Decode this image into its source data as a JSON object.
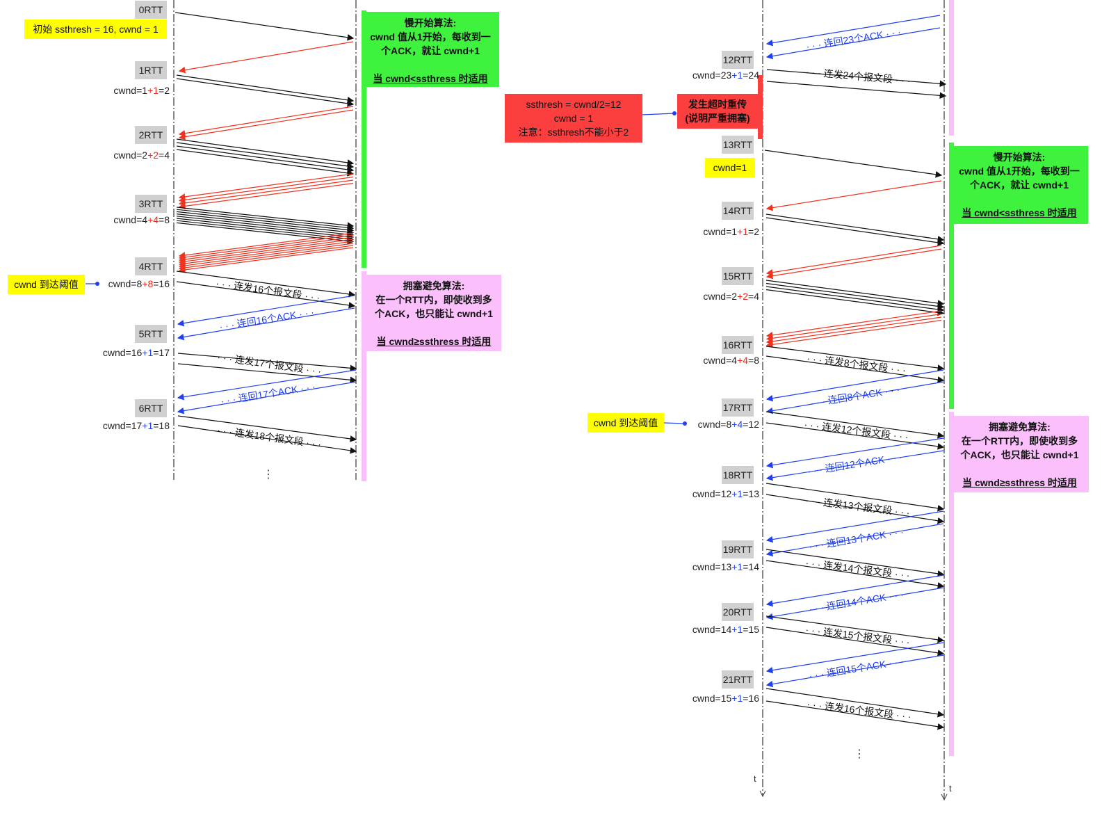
{
  "left": {
    "rows": [
      {
        "rtt": "0RTT"
      },
      {
        "rtt": "1RTT",
        "cwnd": {
          "pre": "cwnd=1",
          "inc": "+1",
          "post": "=2",
          "inc_color": "red"
        }
      },
      {
        "rtt": "2RTT",
        "cwnd": {
          "pre": "cwnd=2",
          "inc": "+2",
          "post": "=4",
          "inc_color": "red"
        }
      },
      {
        "rtt": "3RTT",
        "cwnd": {
          "pre": "cwnd=4",
          "inc": "+4",
          "post": "=8",
          "inc_color": "red"
        }
      },
      {
        "rtt": "4RTT",
        "cwnd": {
          "pre": "cwnd=8",
          "inc": "+8",
          "post": "=16",
          "inc_color": "red"
        }
      },
      {
        "rtt": "5RTT",
        "cwnd": {
          "pre": "cwnd=16",
          "inc": "+1",
          "post": "=17",
          "inc_color": "blue"
        }
      },
      {
        "rtt": "6RTT",
        "cwnd": {
          "pre": "cwnd=17",
          "inc": "+1",
          "post": "=18",
          "inc_color": "blue"
        }
      }
    ],
    "init_note": "初始 ssthresh = 16, cwnd = 1",
    "threshold_note": "cwnd 到达阈值",
    "arrow_labels": [
      "· · · 连发16个报文段 · · ·",
      "· · · 连回16个ACK · · ·",
      "· · · 连发17个报文段 · · ·",
      "· · · 连回17个ACK · · ·",
      "· · · 连发18个报文段 · · ·"
    ],
    "continuation": "⋮"
  },
  "right": {
    "rows": [
      {
        "rtt": "12RTT",
        "cwnd": {
          "pre": "cwnd=23",
          "inc": "+1",
          "post": "=24",
          "inc_color": "blue"
        }
      },
      {
        "rtt": "13RTT"
      },
      {
        "rtt": "14RTT",
        "cwnd": {
          "pre": "cwnd=1",
          "inc": "+1",
          "post": "=2",
          "inc_color": "red"
        }
      },
      {
        "rtt": "15RTT",
        "cwnd": {
          "pre": "cwnd=2",
          "inc": "+2",
          "post": "=4",
          "inc_color": "red"
        }
      },
      {
        "rtt": "16RTT",
        "cwnd": {
          "pre": "cwnd=4",
          "inc": "+4",
          "post": "=8",
          "inc_color": "red"
        }
      },
      {
        "rtt": "17RTT",
        "cwnd": {
          "pre": "cwnd=8",
          "inc": "+4",
          "post": "=12",
          "inc_color": "blue"
        }
      },
      {
        "rtt": "18RTT",
        "cwnd": {
          "pre": "cwnd=12",
          "inc": "+1",
          "post": "=13",
          "inc_color": "blue"
        }
      },
      {
        "rtt": "19RTT",
        "cwnd": {
          "pre": "cwnd=13",
          "inc": "+1",
          "post": "=14",
          "inc_color": "blue"
        }
      },
      {
        "rtt": "20RTT",
        "cwnd": {
          "pre": "cwnd=14",
          "inc": "+1",
          "post": "=15",
          "inc_color": "blue"
        }
      },
      {
        "rtt": "21RTT",
        "cwnd": {
          "pre": "cwnd=15",
          "inc": "+1",
          "post": "=16",
          "inc_color": "blue"
        }
      }
    ],
    "reset_note": "cwnd=1",
    "threshold_note": "cwnd 到达阈值",
    "timeout_note": [
      "发生超时重传",
      "(说明严重拥塞)"
    ],
    "ssthresh_note": [
      "ssthresh = cwnd/2=12",
      "cwnd = 1",
      "注意：ssthresh不能小于2"
    ],
    "arrow_labels": [
      "· · · 连回23个ACK · · ·",
      "· · · 连发24个报文段 · · ·",
      "· · · 连发8个报文段 · · ·",
      "· · · 连回8个ACK · · ·",
      "· · · 连发12个报文段 · · ·",
      "· · · 连回12个ACK · · ·",
      "· · · 连发13个报文段 · · ·",
      "· · · 连回13个ACK · · ·",
      "· · · 连发14个报文段 · · ·",
      "· · · 连回14个ACK · · ·",
      "· · · 连发15个报文段 · · ·",
      "· · · 连回15个ACK · · ·",
      "· · · 连发16个报文段 · · ·"
    ],
    "continuation": "⋮",
    "time_label": "t"
  },
  "slow_start": {
    "title": "慢开始算法:",
    "line1": "cwnd 值从1开始，每收到一",
    "line2": "个ACK，就让 cwnd+1",
    "rule": "当 cwnd<ssthress 时适用"
  },
  "cong_avoid": {
    "title": "拥塞避免算法:",
    "line1": "在一个RTT内，即使收到多",
    "line2": "个ACK，也只能让 cwnd+1",
    "rule": "当 cwnd≥ssthress 时适用"
  },
  "colors": {
    "send": "#111111",
    "ack_slow": "#f0321e",
    "ack_avoid": "#1f3ff0",
    "green": "#3ef23e",
    "pink": "#fbc0fb",
    "red": "#fb3e3e",
    "yellow": "#ffff00"
  }
}
